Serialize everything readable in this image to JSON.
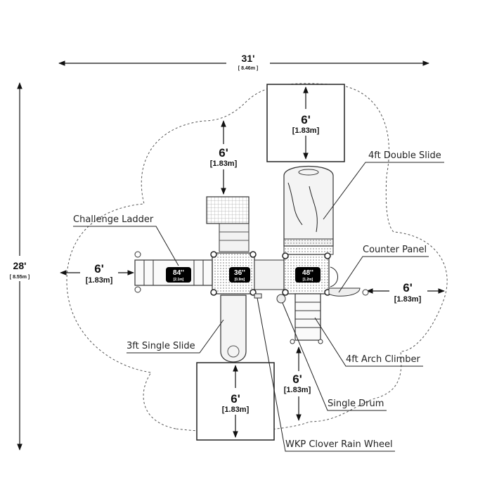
{
  "overall": {
    "width_ft": "31'",
    "width_m": "[ 8.46m ]",
    "depth_ft": "28'",
    "depth_m": "[ 8.55m ]"
  },
  "clearances": {
    "ft": "6'",
    "m": "[1.83m]"
  },
  "decks": [
    {
      "height": "84''",
      "metric": "[2.1m]"
    },
    {
      "height": "36''",
      "metric": "[0.9m]"
    },
    {
      "height": "48''",
      "metric": "[1.2m]"
    }
  ],
  "components": {
    "challenge_ladder": "Challenge Ladder",
    "double_slide": "4ft Double Slide",
    "counter_panel": "Counter Panel",
    "single_slide": "3ft Single Slide",
    "arch_climber": "4ft Arch Climber",
    "single_drum": "Single Drum",
    "rain_wheel": "WKP Clover Rain Wheel"
  },
  "colors": {
    "line": "#222222",
    "deck_label_bg": "#000000"
  }
}
